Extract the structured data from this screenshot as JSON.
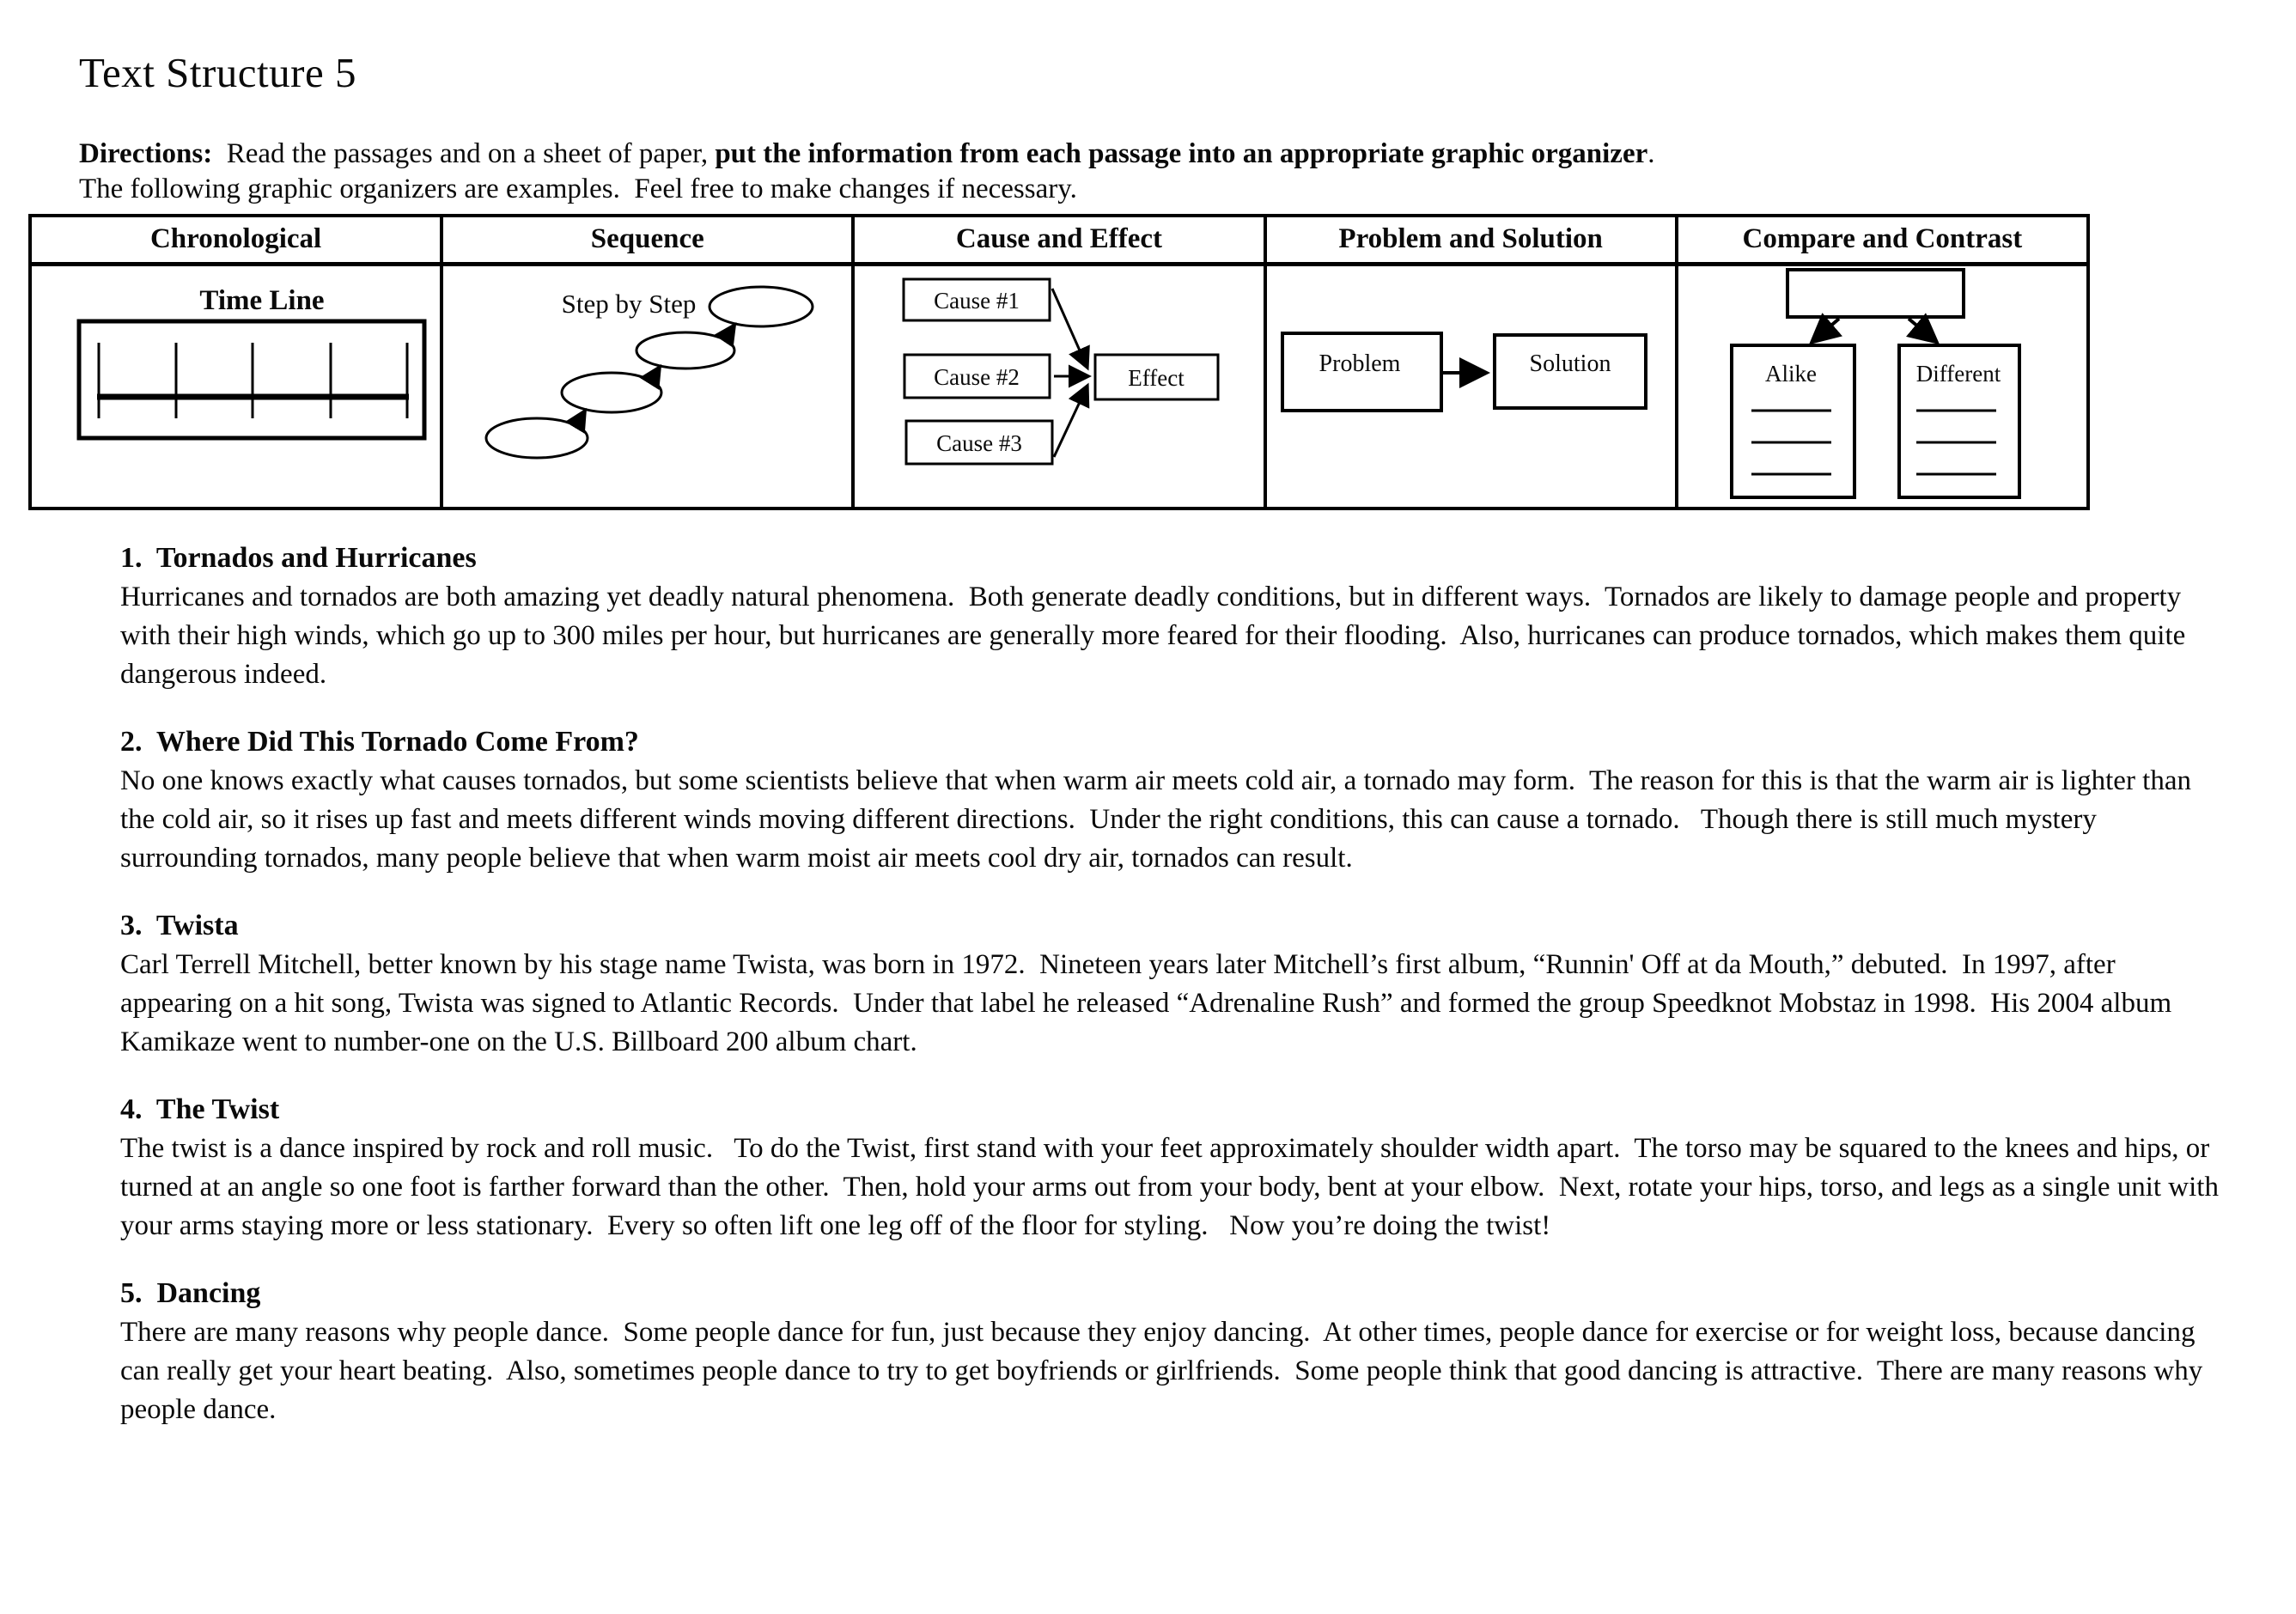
{
  "page": {
    "title": "Text Structure 5"
  },
  "directions": {
    "label": "Directions:",
    "before_bold": "  Read the passages and on a sheet of paper, ",
    "bold_text": "put the information from each passage into an appropriate graphic organizer",
    "after_bold": ".\n",
    "line2": "The following graphic organizers are examples.  Feel free to make changes if necessary."
  },
  "organizer_table": {
    "columns": [
      {
        "header": "Chronological",
        "diagram": {
          "label": "Time Line",
          "tick_count": 5
        }
      },
      {
        "header": "Sequence",
        "diagram": {
          "label": "Step by Step",
          "oval_count": 4
        }
      },
      {
        "header": "Cause and Effect",
        "diagram": {
          "causes": [
            "Cause #1",
            "Cause #2",
            "Cause #3"
          ],
          "effect": "Effect"
        }
      },
      {
        "header": "Problem and Solution",
        "diagram": {
          "problem": "Problem",
          "solution": "Solution"
        }
      },
      {
        "header": "Compare and Contrast",
        "diagram": {
          "alike": "Alike",
          "different": "Different",
          "blank_line_count": 3
        }
      }
    ]
  },
  "passages": [
    {
      "heading": "1.  Tornados and Hurricanes",
      "body": "Hurricanes and tornados are both amazing yet deadly natural phenomena.  Both generate deadly conditions, but in different ways.  Tornados are likely to damage people and property with their high winds, which go up to 300 miles per hour, but hurricanes are generally more feared for their flooding.  Also, hurricanes can produce tornados, which makes them quite dangerous indeed."
    },
    {
      "heading": "2.  Where Did This Tornado Come From?",
      "body": "No one knows exactly what causes tornados, but some scientists believe that when warm air meets cold air, a tornado may form.  The reason for this is that the warm air is lighter than the cold air, so it rises up fast and meets different winds moving different directions.  Under the right conditions, this can cause a tornado.   Though there is still much mystery surrounding tornados, many people believe that when warm moist air meets cool dry air, tornados can result."
    },
    {
      "heading": "3.  Twista",
      "body": "Carl Terrell Mitchell, better known by his stage name Twista, was born in 1972.  Nineteen years later Mitchell’s first album, “Runnin' Off at da Mouth,” debuted.  In 1997, after appearing on a hit song, Twista was signed to Atlantic Records.  Under that label he released “Adrenaline Rush” and formed the group Speedknot Mobstaz in 1998.  His 2004 album Kamikaze went to number-one on the U.S. Billboard 200 album chart."
    },
    {
      "heading": "4.  The Twist",
      "body": "The twist is a dance inspired by rock and roll music.   To do the Twist, first stand with your feet approximately shoulder width apart.  The torso may be squared to the knees and hips, or turned at an angle so one foot is farther forward than the other.  Then, hold your arms out from your body, bent at your elbow.  Next, rotate your hips, torso, and legs as a single unit with your arms staying more or less stationary.  Every so often lift one leg off of the floor for styling.   Now you’re doing the twist!"
    },
    {
      "heading": "5.  Dancing",
      "body": "There are many reasons why people dance.  Some people dance for fun, just because they enjoy dancing.  At other times, people dance for exercise or for weight loss, because dancing can really get your heart beating.  Also, sometimes people dance to try to get boyfriends or girlfriends.  Some people think that good dancing is attractive.  There are many reasons why people dance."
    }
  ]
}
